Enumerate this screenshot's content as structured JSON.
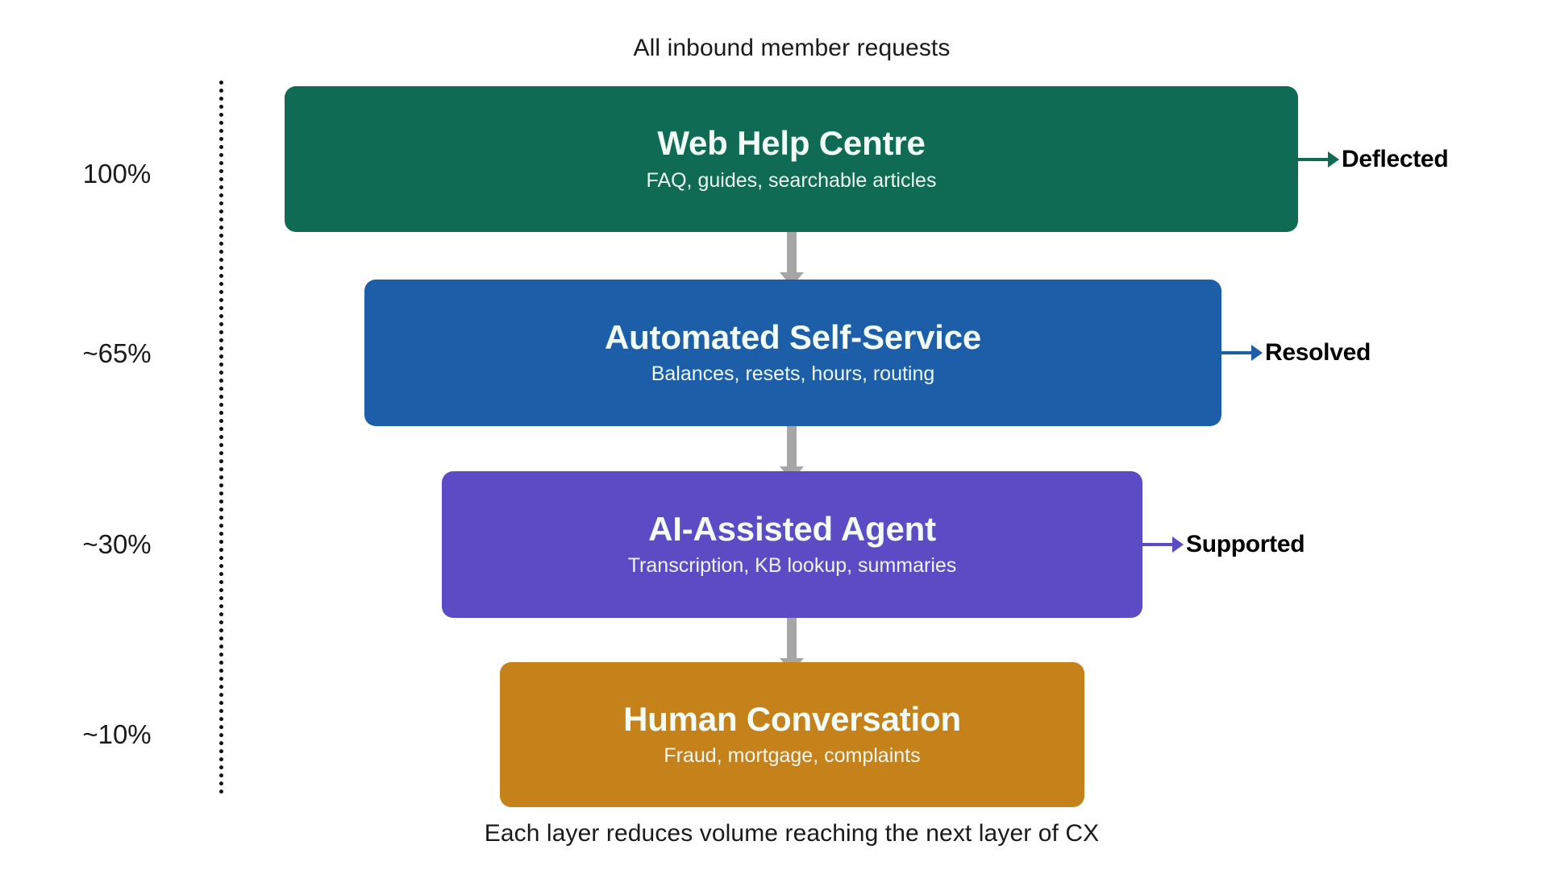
{
  "diagram": {
    "top_caption": "All inbound member requests",
    "bottom_caption": "Each layer reduces volume reaching the next layer of CX",
    "background_color": "#ffffff",
    "connector_color": "#a6a6a6",
    "axis_color": "#111111"
  },
  "chart_data": {
    "type": "bar",
    "title": "All inbound member requests",
    "subtitle": "Each layer reduces volume reaching the next layer of CX",
    "xlabel": "",
    "ylabel": "",
    "categories": [
      "Web Help Centre",
      "Automated Self-Service",
      "AI-Assisted Agent",
      "Human Conversation"
    ],
    "values": [
      100,
      65,
      30,
      10
    ],
    "value_labels": [
      "100%",
      "~65%",
      "~30%",
      "~10%"
    ],
    "colors": [
      "#0F6B53",
      "#1C5FA8",
      "#5B4BC4",
      "#C5821A"
    ],
    "outcome_labels": [
      "Deflected",
      "Resolved",
      "Supported",
      ""
    ],
    "descriptions": [
      "FAQ, guides, searchable articles",
      "Balances, resets, hours, routing",
      "Transcription, KB lookup, summaries",
      "Fraud, mortgage, complaints"
    ],
    "ylim": [
      0,
      100
    ],
    "grid": false,
    "legend": "none"
  },
  "layers": [
    {
      "pct": "100%",
      "title": "Web Help Centre",
      "subtitle": "FAQ, guides, searchable articles",
      "color": "#0F6B53",
      "outcome": "Deflected"
    },
    {
      "pct": "~65%",
      "title": "Automated Self-Service",
      "subtitle": "Balances, resets, hours, routing",
      "color": "#1C5FA8",
      "outcome": "Resolved"
    },
    {
      "pct": "~30%",
      "title": "AI-Assisted Agent",
      "subtitle": "Transcription, KB lookup, summaries",
      "color": "#5B4BC4",
      "outcome": "Supported"
    },
    {
      "pct": "~10%",
      "title": "Human Conversation",
      "subtitle": "Fraud, mortgage, complaints",
      "color": "#C5821A",
      "outcome": ""
    }
  ]
}
